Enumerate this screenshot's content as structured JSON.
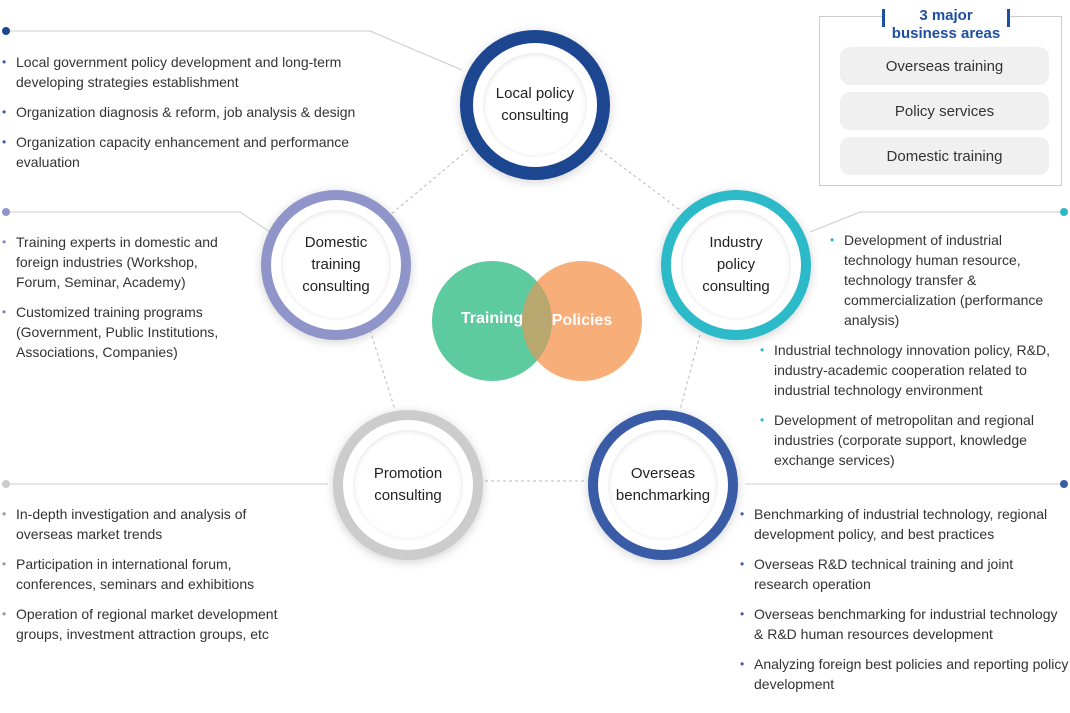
{
  "legend": {
    "title": "3 major\nbusiness areas",
    "items": [
      "Overseas training",
      "Policy services",
      "Domestic training"
    ]
  },
  "center": {
    "left_label": "Training",
    "right_label": "Policies",
    "colors": {
      "training": "#5ecaa0",
      "policies": "#f8ae78",
      "overlap": "#b8a870"
    }
  },
  "circles": {
    "local": {
      "label": "Local policy\nconsulting",
      "color": "#1d4691"
    },
    "domestic": {
      "label": "Domestic\ntraining\nconsulting",
      "color": "#8f95c8"
    },
    "industry": {
      "label": "Industry\npolicy\nconsulting",
      "color": "#2cbac9"
    },
    "promotion": {
      "label": "Promotion\nconsulting",
      "color": "#cccccc"
    },
    "overseas": {
      "label": "Overseas\nbenchmarking",
      "color": "#3a5ca7"
    }
  },
  "lists": {
    "local": [
      "Local government policy development and long-term developing strategies establishment",
      "Organization diagnosis & reform, job analysis & design",
      "Organization capacity enhancement and performance evaluation"
    ],
    "domestic": [
      "Training experts in domestic and foreign industries (Workshop, Forum, Seminar, Academy)",
      "Customized training programs (Government, Public Institutions, Associations, Companies)"
    ],
    "industry_top": [
      "Development of industrial technology human resource, technology transfer & commercialization (performance analysis)"
    ],
    "industry_bottom": [
      "Industrial technology innovation policy, R&D, industry-academic cooperation related to industrial technology environment",
      "Development of metropolitan and regional industries (corporate support, knowledge exchange services)"
    ],
    "promotion": [
      "In-depth investigation and analysis of overseas market trends",
      "Participation in international forum, conferences, seminars and exhibitions",
      "Operation of regional market development groups, investment attraction groups, etc"
    ],
    "overseas": [
      "Benchmarking of industrial technology, regional development policy, and best practices",
      "Overseas R&D technical training and joint research operation",
      "Overseas benchmarking for industrial technology & R&D human resources development",
      "Analyzing foreign best policies and reporting policy development"
    ]
  }
}
